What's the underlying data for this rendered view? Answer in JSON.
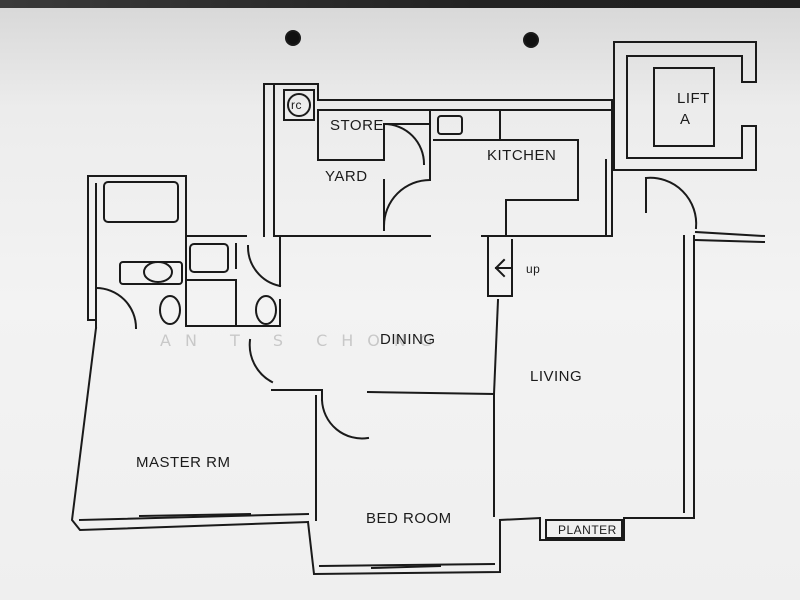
{
  "rooms": {
    "store": "STORE",
    "yard": "YARD",
    "kitchen": "KITCHEN",
    "dining": "DINING",
    "living": "LIVING",
    "master": "MASTER RM",
    "bedroom": "BED ROOM",
    "planter": "PLANTER",
    "lift_line1": "LIFT",
    "lift_line2": "A",
    "rc": "rc"
  },
  "annotations": {
    "up": "up"
  },
  "watermark": "AN  T  S  CHONG"
}
